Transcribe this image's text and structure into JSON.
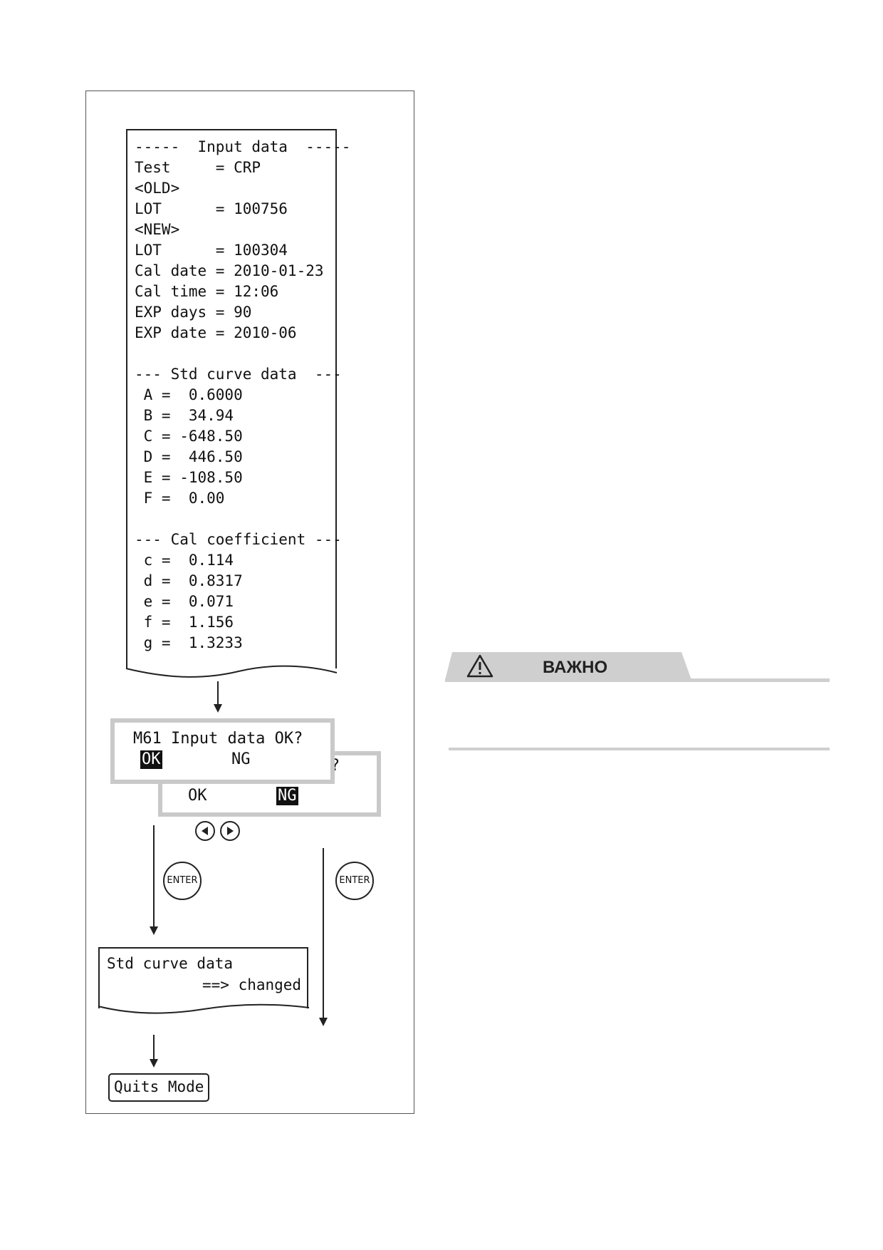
{
  "printout": {
    "lines": [
      "-----  Input data  -----",
      "Test     = CRP",
      "<OLD>",
      "LOT      = 100756",
      "<NEW>",
      "LOT      = 100304",
      "Cal date = 2010-01-23",
      "Cal time = 12:06",
      "EXP days = 90",
      "EXP date = 2010-06",
      "",
      "--- Std curve data  ---",
      " A =  0.6000",
      " B =  34.94",
      " C = -648.50",
      " D =  446.50",
      " E = -108.50",
      " F =  0.00",
      "",
      "--- Cal coefficient ---",
      " c =  0.114",
      " d =  0.8317",
      " e =  0.071",
      " f =  1.156",
      " g =  1.3233"
    ]
  },
  "lcd_front": {
    "line1": "M61 Input data OK?",
    "ok": "OK",
    "ng": "NG"
  },
  "lcd_back": {
    "question_mark": "?",
    "ok": "OK",
    "ng": "NG"
  },
  "buttons": {
    "enter_left": "ENTER",
    "enter_right": "ENTER"
  },
  "result": {
    "line1": "Std curve data",
    "line2": "==> changed"
  },
  "quits_mode": "Quits Mode",
  "warning": {
    "label": "ВАЖНО"
  }
}
